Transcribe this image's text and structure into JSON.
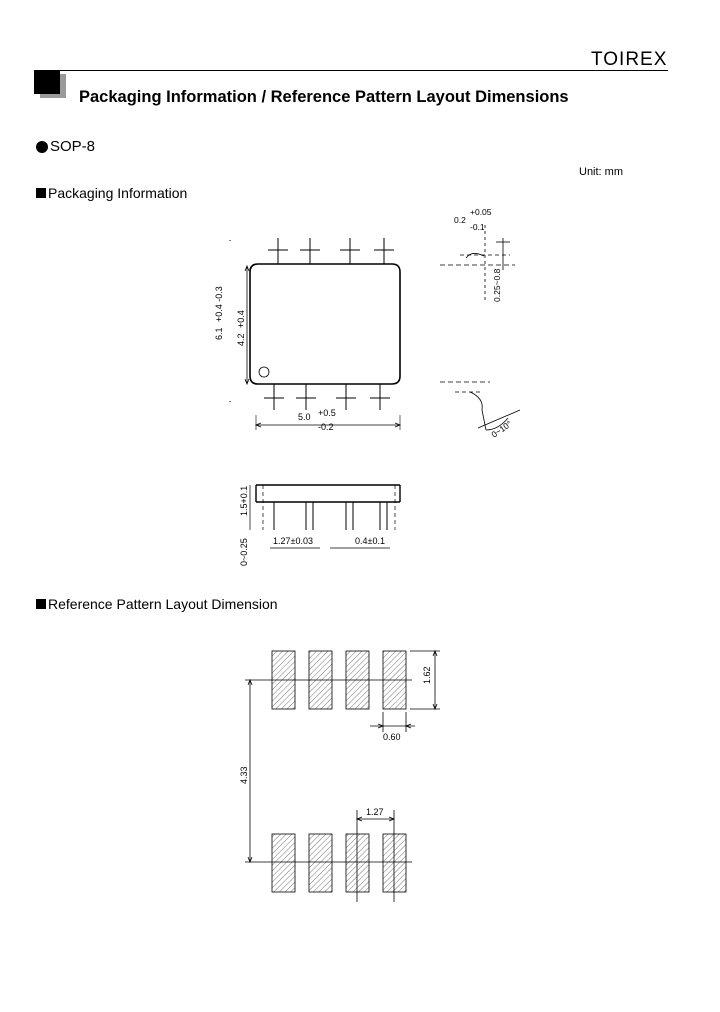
{
  "header": {
    "logo": "TOIREX",
    "title": "Packaging Information / Reference Pattern Layout Dimensions"
  },
  "package": {
    "name": "SOP-8",
    "unit": "Unit: mm"
  },
  "sections": {
    "packaging": "Packaging Information",
    "pattern": "Reference Pattern Layout Dimension"
  },
  "dims": {
    "d_5_0": "5.0",
    "d_5_tol_plus": "+0.5",
    "d_5_tol_minus": "-0.2",
    "d_6_1": "6.1",
    "d_6_tol": "+0.4  -0.3",
    "d_4_2": "4.2",
    "d_4_tol": "+0.4",
    "d_0_2": "0.2",
    "d_0_2_tol_plus": "+0.05",
    "d_0_2_tol_minus": "-0.1",
    "d_lead": "0.25~0.8",
    "d_angle": "0~10°",
    "d_1_5": "1.5+0.1",
    "d_0_25": "0~0.25",
    "d_pitch": "1.27±0.03",
    "d_width": "0.4±0.1",
    "p_1_62": "1.62",
    "p_0_60": "0.60",
    "p_4_33": "4.33",
    "p_1_27": "1.27"
  }
}
